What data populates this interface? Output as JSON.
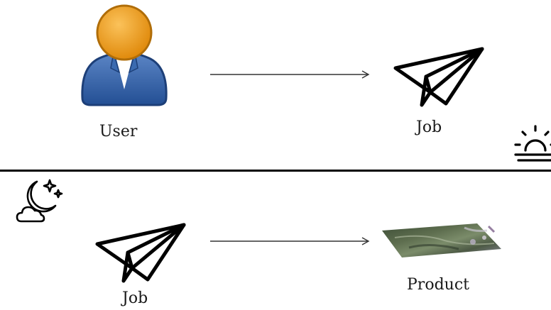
{
  "day": {
    "source_label": "User",
    "target_label": "Job",
    "period_icon": "sunrise-icon"
  },
  "night": {
    "source_label": "Job",
    "target_label": "Product",
    "period_icon": "moon-cloud-stars-icon"
  },
  "colors": {
    "user_head": "#f0a21a",
    "user_body": "#2f5fa8",
    "line": "#000000",
    "arrow": "#333333"
  }
}
